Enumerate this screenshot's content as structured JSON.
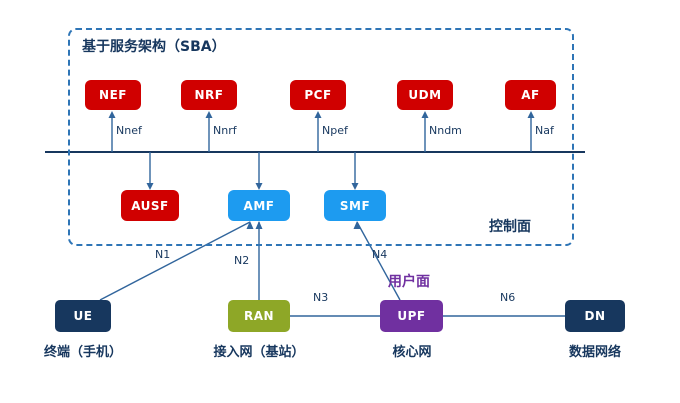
{
  "diagram": {
    "sba_title": "基于服务架构（SBA）",
    "control_plane_label": "控制面",
    "user_plane_label": "用户面"
  },
  "service_nodes": [
    {
      "label": "NEF",
      "interface": "Nnef"
    },
    {
      "label": "NRF",
      "interface": "Nnrf"
    },
    {
      "label": "PCF",
      "interface": "Npef"
    },
    {
      "label": "UDM",
      "interface": "Nndm"
    },
    {
      "label": "AF",
      "interface": "Naf"
    }
  ],
  "control_nodes": [
    {
      "label": "AUSF"
    },
    {
      "label": "AMF"
    },
    {
      "label": "SMF"
    }
  ],
  "network_nodes": [
    {
      "label": "UE",
      "caption": "终端（手机）"
    },
    {
      "label": "RAN",
      "caption": "接入网（基站）"
    },
    {
      "label": "UPF",
      "caption": "核心网"
    },
    {
      "label": "DN",
      "caption": "数据网络"
    }
  ],
  "interfaces": {
    "n1": "N1",
    "n2": "N2",
    "n3": "N3",
    "n4": "N4",
    "n6": "N6"
  },
  "colors": {
    "red": "#d00000",
    "blue": "#1d9bf0",
    "navy": "#17375e",
    "olive": "#8ea727",
    "purple": "#7030a0",
    "line": "#31659c",
    "dashed_border": "#2e75b6"
  }
}
